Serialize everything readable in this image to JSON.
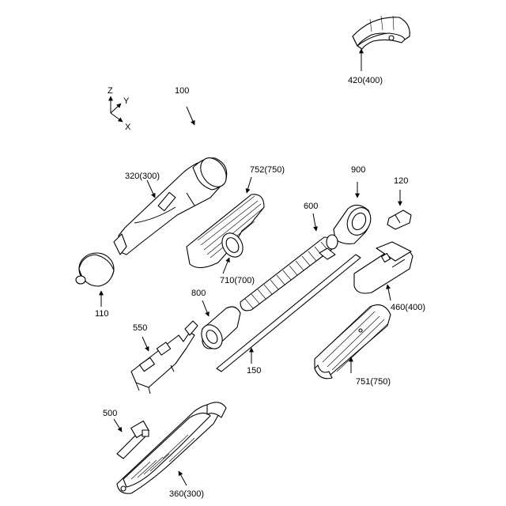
{
  "figure": {
    "axes": {
      "z": "Z",
      "y": "Y",
      "x": "X"
    },
    "labels": {
      "assembly": "100",
      "cap_420": "420(400)",
      "nozzle_110": "110",
      "body_320": "320(300)",
      "sleeve_752": "752(750)",
      "sleeve_710": "710(700)",
      "ring_900": "900",
      "part_120": "120",
      "spring_600": "600",
      "ring_800": "800",
      "chassis_550": "550",
      "rod_150": "150",
      "cover_460": "460(400)",
      "sleeve_751": "751(750)",
      "part_500": "500",
      "housing_360": "360(300)"
    }
  }
}
